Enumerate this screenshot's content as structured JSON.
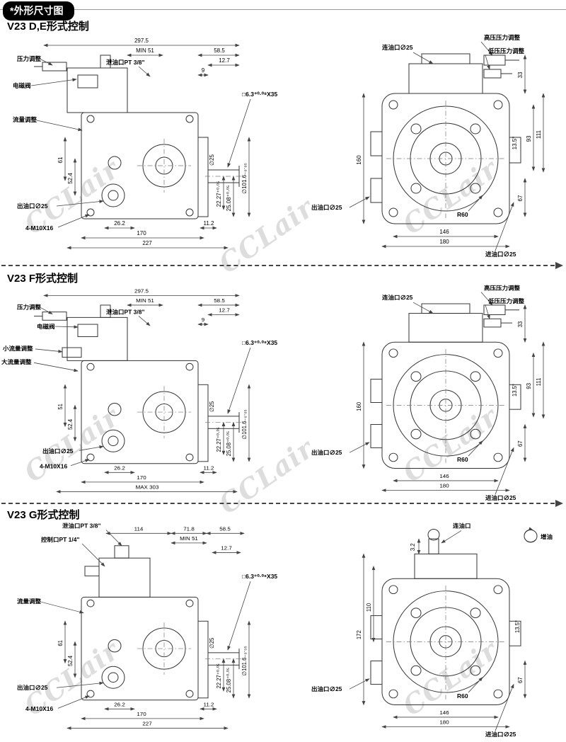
{
  "header": {
    "title": "*外形尺寸图"
  },
  "watermark": {
    "text": "CCLair"
  },
  "colors": {
    "header_bg": "#000000",
    "line": "#333333",
    "watermark": "#c3c3c3"
  },
  "sections": [
    {
      "title": "V23 D,E形式控制",
      "side": {
        "pressure_adj": "压力调整",
        "solenoid": "电磁阀",
        "flow_adj": "流量调整",
        "drain_port": "泄油口PT 3/8\"",
        "outlet": "出油口∅25",
        "bolts": "4-M10X16",
        "key": "□6.3⁺⁰·⁰⁸X35",
        "dims": {
          "overall": "297.5",
          "min": "MIN 51",
          "w585": "58.5",
          "w127": "12.7",
          "w9": "9",
          "shaft": "∅25",
          "flange": "∅101.6₋₀·₀₅",
          "k2227": "22.27⁺⁰·⁰⁵",
          "k2508": "25.08⁺⁰·⁰⁵",
          "h61": "61",
          "h524": "52.4",
          "w262": "26.2",
          "w112": "11.2",
          "w170": "170",
          "w227": "227"
        }
      },
      "front": {
        "drain": "连油口∅25",
        "high_adj": "高压压力调整",
        "low_adj": "低压压力调整",
        "outlet": "出油口∅25",
        "inlet": "进油口∅25",
        "r60": "R60",
        "dims": {
          "h160": "160",
          "h33": "33",
          "h111": "111",
          "h93": "93",
          "angle": "13.5°",
          "h67": "67",
          "w146": "146",
          "w180": "180"
        }
      }
    },
    {
      "title": "V23 F形式控制",
      "side": {
        "pressure_adj": "压力调整",
        "solenoid": "电磁阀",
        "small_flow": "小流量调整",
        "big_flow": "大流量调整",
        "drain_port": "泄油口PT 3/8\"",
        "outlet": "出油口∅25",
        "bolts": "4-M10X16",
        "key": "□6.3⁺⁰·⁰⁸X35",
        "dims": {
          "overall": "297.5",
          "min": "MIN 51",
          "w585": "58.5",
          "w127": "12.7",
          "w9": "9",
          "shaft": "∅25",
          "flange": "∅101.6₋₀·₀₅",
          "k2227": "22.27⁺⁰·⁰⁵",
          "k2508": "25.08⁺⁰·⁰⁵",
          "h51": "51",
          "h524": "52.4",
          "w262": "26.2",
          "w112": "11.2",
          "w170": "170",
          "max": "MAX 303"
        }
      },
      "front": {
        "drain": "连油口∅25",
        "high_adj": "高压压力调整",
        "low_adj": "低压压力调整",
        "outlet": "出油口∅25",
        "inlet": "进油口∅25",
        "r60": "R60",
        "dims": {
          "h160": "160",
          "h33": "33",
          "h111": "111",
          "h93": "93",
          "angle": "13.5°",
          "h67": "67",
          "w146": "146",
          "w180": "180"
        }
      }
    },
    {
      "title": "V23 G形式控制",
      "side": {
        "drain_port": "泄油口PT 3/8\"",
        "control_port": "控制口PT 1/4\"",
        "flow_adj": "流量调整",
        "outlet": "出油口∅25",
        "bolts": "4-M10X16",
        "key": "□6.3⁺⁰·⁰⁸X35",
        "dims": {
          "w114": "114",
          "w718": "71.8",
          "w585": "58.5",
          "min": "MIN 51",
          "w127": "12.7",
          "shaft": "∅25",
          "flange": "∅101.6₋₀·₀₅",
          "k2227": "22.27⁺⁰·⁰⁵",
          "k2508": "25.08⁺⁰·⁰⁵",
          "h61": "61",
          "h524": "52.4",
          "w262": "26.2",
          "w112": "11.2",
          "w170": "170",
          "w227": "227"
        }
      },
      "front": {
        "drain": "连油口",
        "boost": "增油",
        "outlet": "出油口∅25",
        "inlet": "进油口∅25",
        "r60": "R60",
        "dims": {
          "h32": "3.2",
          "h172": "172",
          "h110": "110",
          "angle": "13.5°",
          "h67": "67",
          "w146": "146",
          "w180": "180"
        }
      }
    }
  ]
}
